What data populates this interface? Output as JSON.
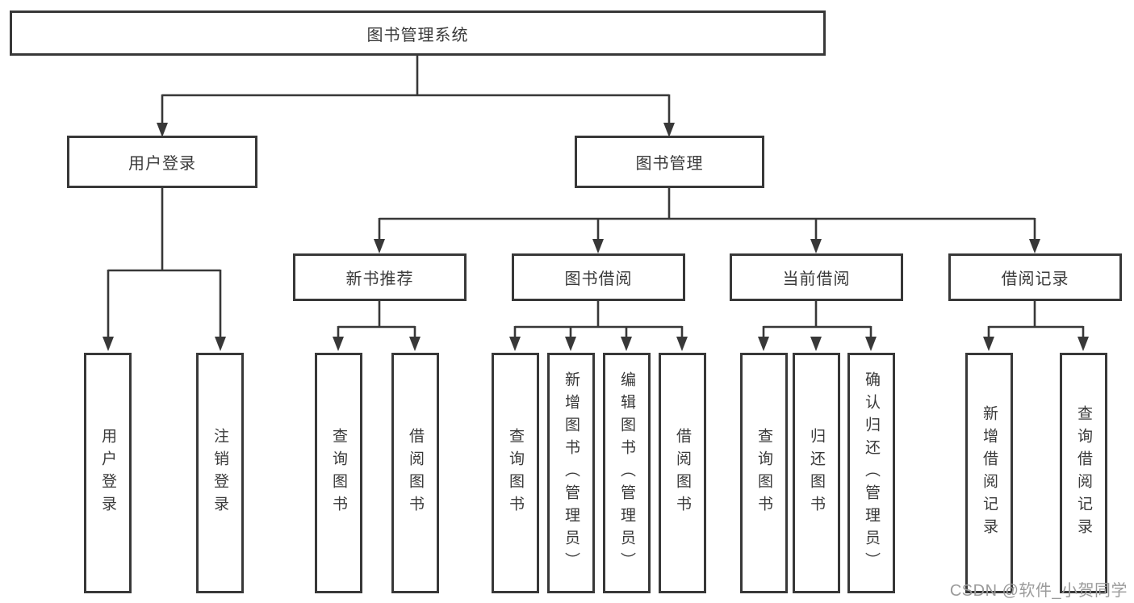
{
  "colors": {
    "line": "#383838",
    "text": "#3a3a3a",
    "box_background": "#ffffff",
    "page_background": "#ffffff",
    "watermark": "#9b9b9b"
  },
  "watermark": {
    "text": "CSDN @软件_小贺同学"
  },
  "tree": {
    "label": "图书管理系统",
    "children": [
      {
        "label": "用户登录",
        "children": [
          {
            "label": "用户登录"
          },
          {
            "label": "注销登录"
          }
        ]
      },
      {
        "label": "图书管理",
        "children": [
          {
            "label": "新书推荐",
            "children": [
              {
                "label": "查询图书"
              },
              {
                "label": "借阅图书"
              }
            ]
          },
          {
            "label": "图书借阅",
            "children": [
              {
                "label": "查询图书"
              },
              {
                "label": "新增图书（管理员）"
              },
              {
                "label": "编辑图书（管理员）"
              },
              {
                "label": "借阅图书"
              }
            ]
          },
          {
            "label": "当前借阅",
            "children": [
              {
                "label": "查询图书"
              },
              {
                "label": "归还图书"
              },
              {
                "label": "确认归还（管理员）"
              }
            ]
          },
          {
            "label": "借阅记录",
            "children": [
              {
                "label": "新增借阅记录"
              },
              {
                "label": "查询借阅记录"
              }
            ]
          }
        ]
      }
    ]
  }
}
